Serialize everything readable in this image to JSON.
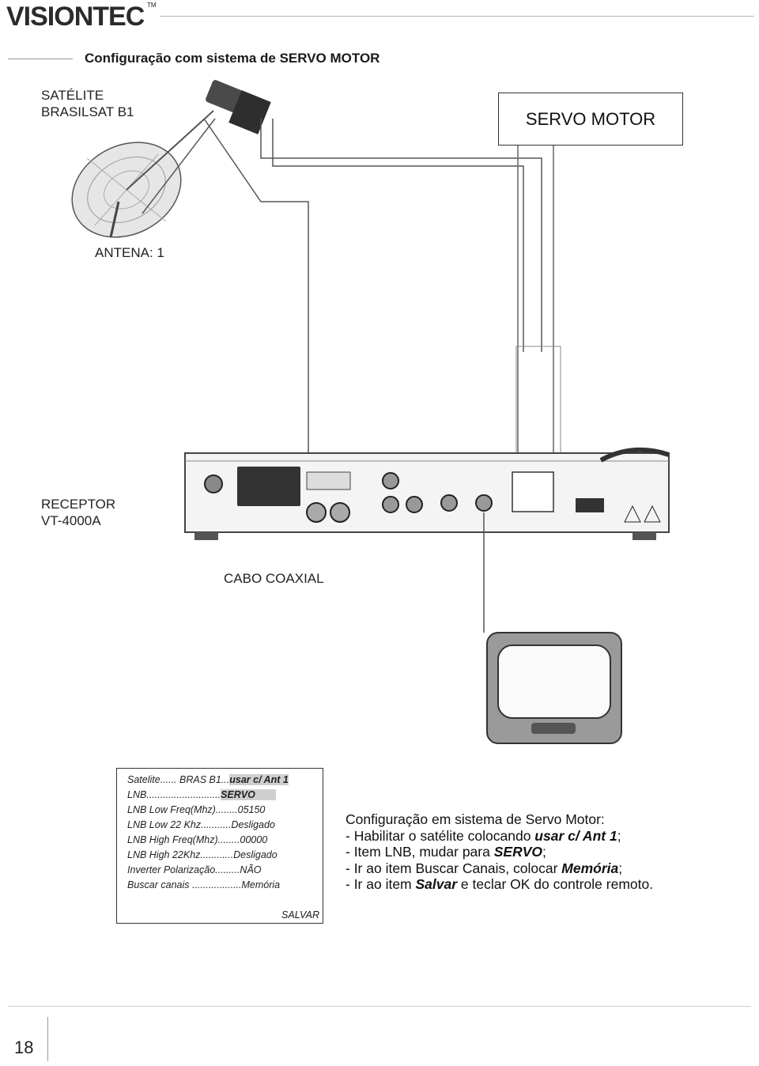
{
  "header": {
    "logo": "VISIONTEC",
    "logo_tm": "TM"
  },
  "title": "Configuração com sistema de SERVO MOTOR",
  "diagram": {
    "satellite_line1": "SATÉLITE",
    "satellite_line2": "BRASILSAT B1",
    "servo_motor": "SERVO MOTOR",
    "antenna": "ANTENA: 1",
    "receiver_line1": "RECEPTOR",
    "receiver_line2": "VT-4000A",
    "cable": "CABO COAXIAL"
  },
  "menu": {
    "lines": [
      {
        "label": "Satelite......",
        "value": " BRAS B1...",
        "extra": "usar c/ Ant 1"
      },
      {
        "label": "LNB...........................",
        "value": "SERVO"
      },
      {
        "label": "LNB Low Freq(Mhz)........",
        "value": "05150"
      },
      {
        "label": "LNB Low 22 Khz...........",
        "value": "Desligado"
      },
      {
        "label": "LNB High Freq(Mhz)........",
        "value": "00000"
      },
      {
        "label": "LNB High 22Khz............",
        "value": "Desligado"
      },
      {
        "label": "Inverter Polarização.........",
        "value": "NÃO"
      },
      {
        "label": "Buscar canais ..................",
        "value": "Memória"
      }
    ],
    "save": "SALVAR"
  },
  "instructions": {
    "heading": "Configuração em sistema de Servo Motor:",
    "l1_pre": "- Habilitar o satélite colocando ",
    "l1_em": "usar c/ Ant 1",
    "l1_post": ";",
    "l2_pre": "- Item LNB, mudar para ",
    "l2_em": "SERVO",
    "l2_post": ";",
    "l3_pre": "- Ir ao item Buscar Canais, colocar ",
    "l3_em": "Memória",
    "l3_post": ";",
    "l4_pre": "- Ir ao item ",
    "l4_em": "Salvar",
    "l4_post": " e teclar OK do controle remoto."
  },
  "page_number": "18"
}
